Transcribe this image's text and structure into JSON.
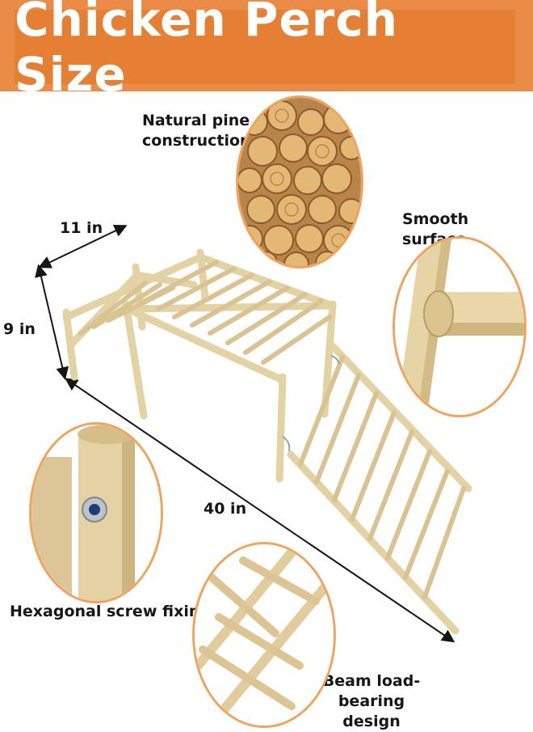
{
  "banner": {
    "title": "Chicken Perch Size"
  },
  "features": {
    "pine": "Natural pine\nconstruction",
    "smooth": "Smooth surface",
    "screw": "Hexagonal screw fixing",
    "beam": "Beam load-\nbearing design"
  },
  "dimensions": {
    "depth": "11 in",
    "height": "9 in",
    "length": "40 in"
  },
  "colors": {
    "banner": "#e57f33",
    "circle_border": "#f0a35c",
    "wood": "#e3d2a4"
  },
  "icons": [
    "log-pile-image",
    "dowel-closeup-image",
    "screw-closeup-image",
    "rungs-closeup-image"
  ]
}
